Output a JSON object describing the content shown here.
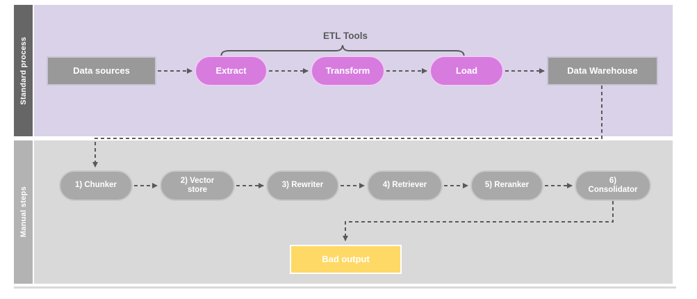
{
  "diagram": {
    "lanes": {
      "standard": {
        "label": "Standard process"
      },
      "manual": {
        "label": "Manual steps"
      }
    },
    "annotation": {
      "etl_tools_label": "ETL Tools"
    },
    "standard_nodes": {
      "data_sources": "Data sources",
      "extract": "Extract",
      "transform": "Transform",
      "load": "Load",
      "data_warehouse": "Data Warehouse"
    },
    "manual_nodes": {
      "chunker": "1) Chunker",
      "vector_store": "2) Vector store",
      "rewriter": "3) Rewriter",
      "retriever": "4) Retriever",
      "reranker": "5) Reranker",
      "consolidator": "6) Consolidator"
    },
    "output_node": "Bad output"
  },
  "colors": {
    "lane1_bar": "#666666",
    "lane1_bg": "#d9d2e9",
    "lane2_bar": "#b3b3b3",
    "lane2_bg": "#d9d9d9",
    "box_gray": "#999999",
    "box_gray_border": "#c9c5d6",
    "pill_pink": "#d77bdf",
    "pill_pink_border": "#efccf2",
    "pill_gray": "#a9a9a9",
    "pill_gray_border": "#c8c8c8",
    "output_yellow": "#ffd966",
    "output_border": "#ffffff",
    "connector": "#595959",
    "label_text": "#595959",
    "node_text": "#ffffff",
    "rule": "#d9d9d9"
  }
}
